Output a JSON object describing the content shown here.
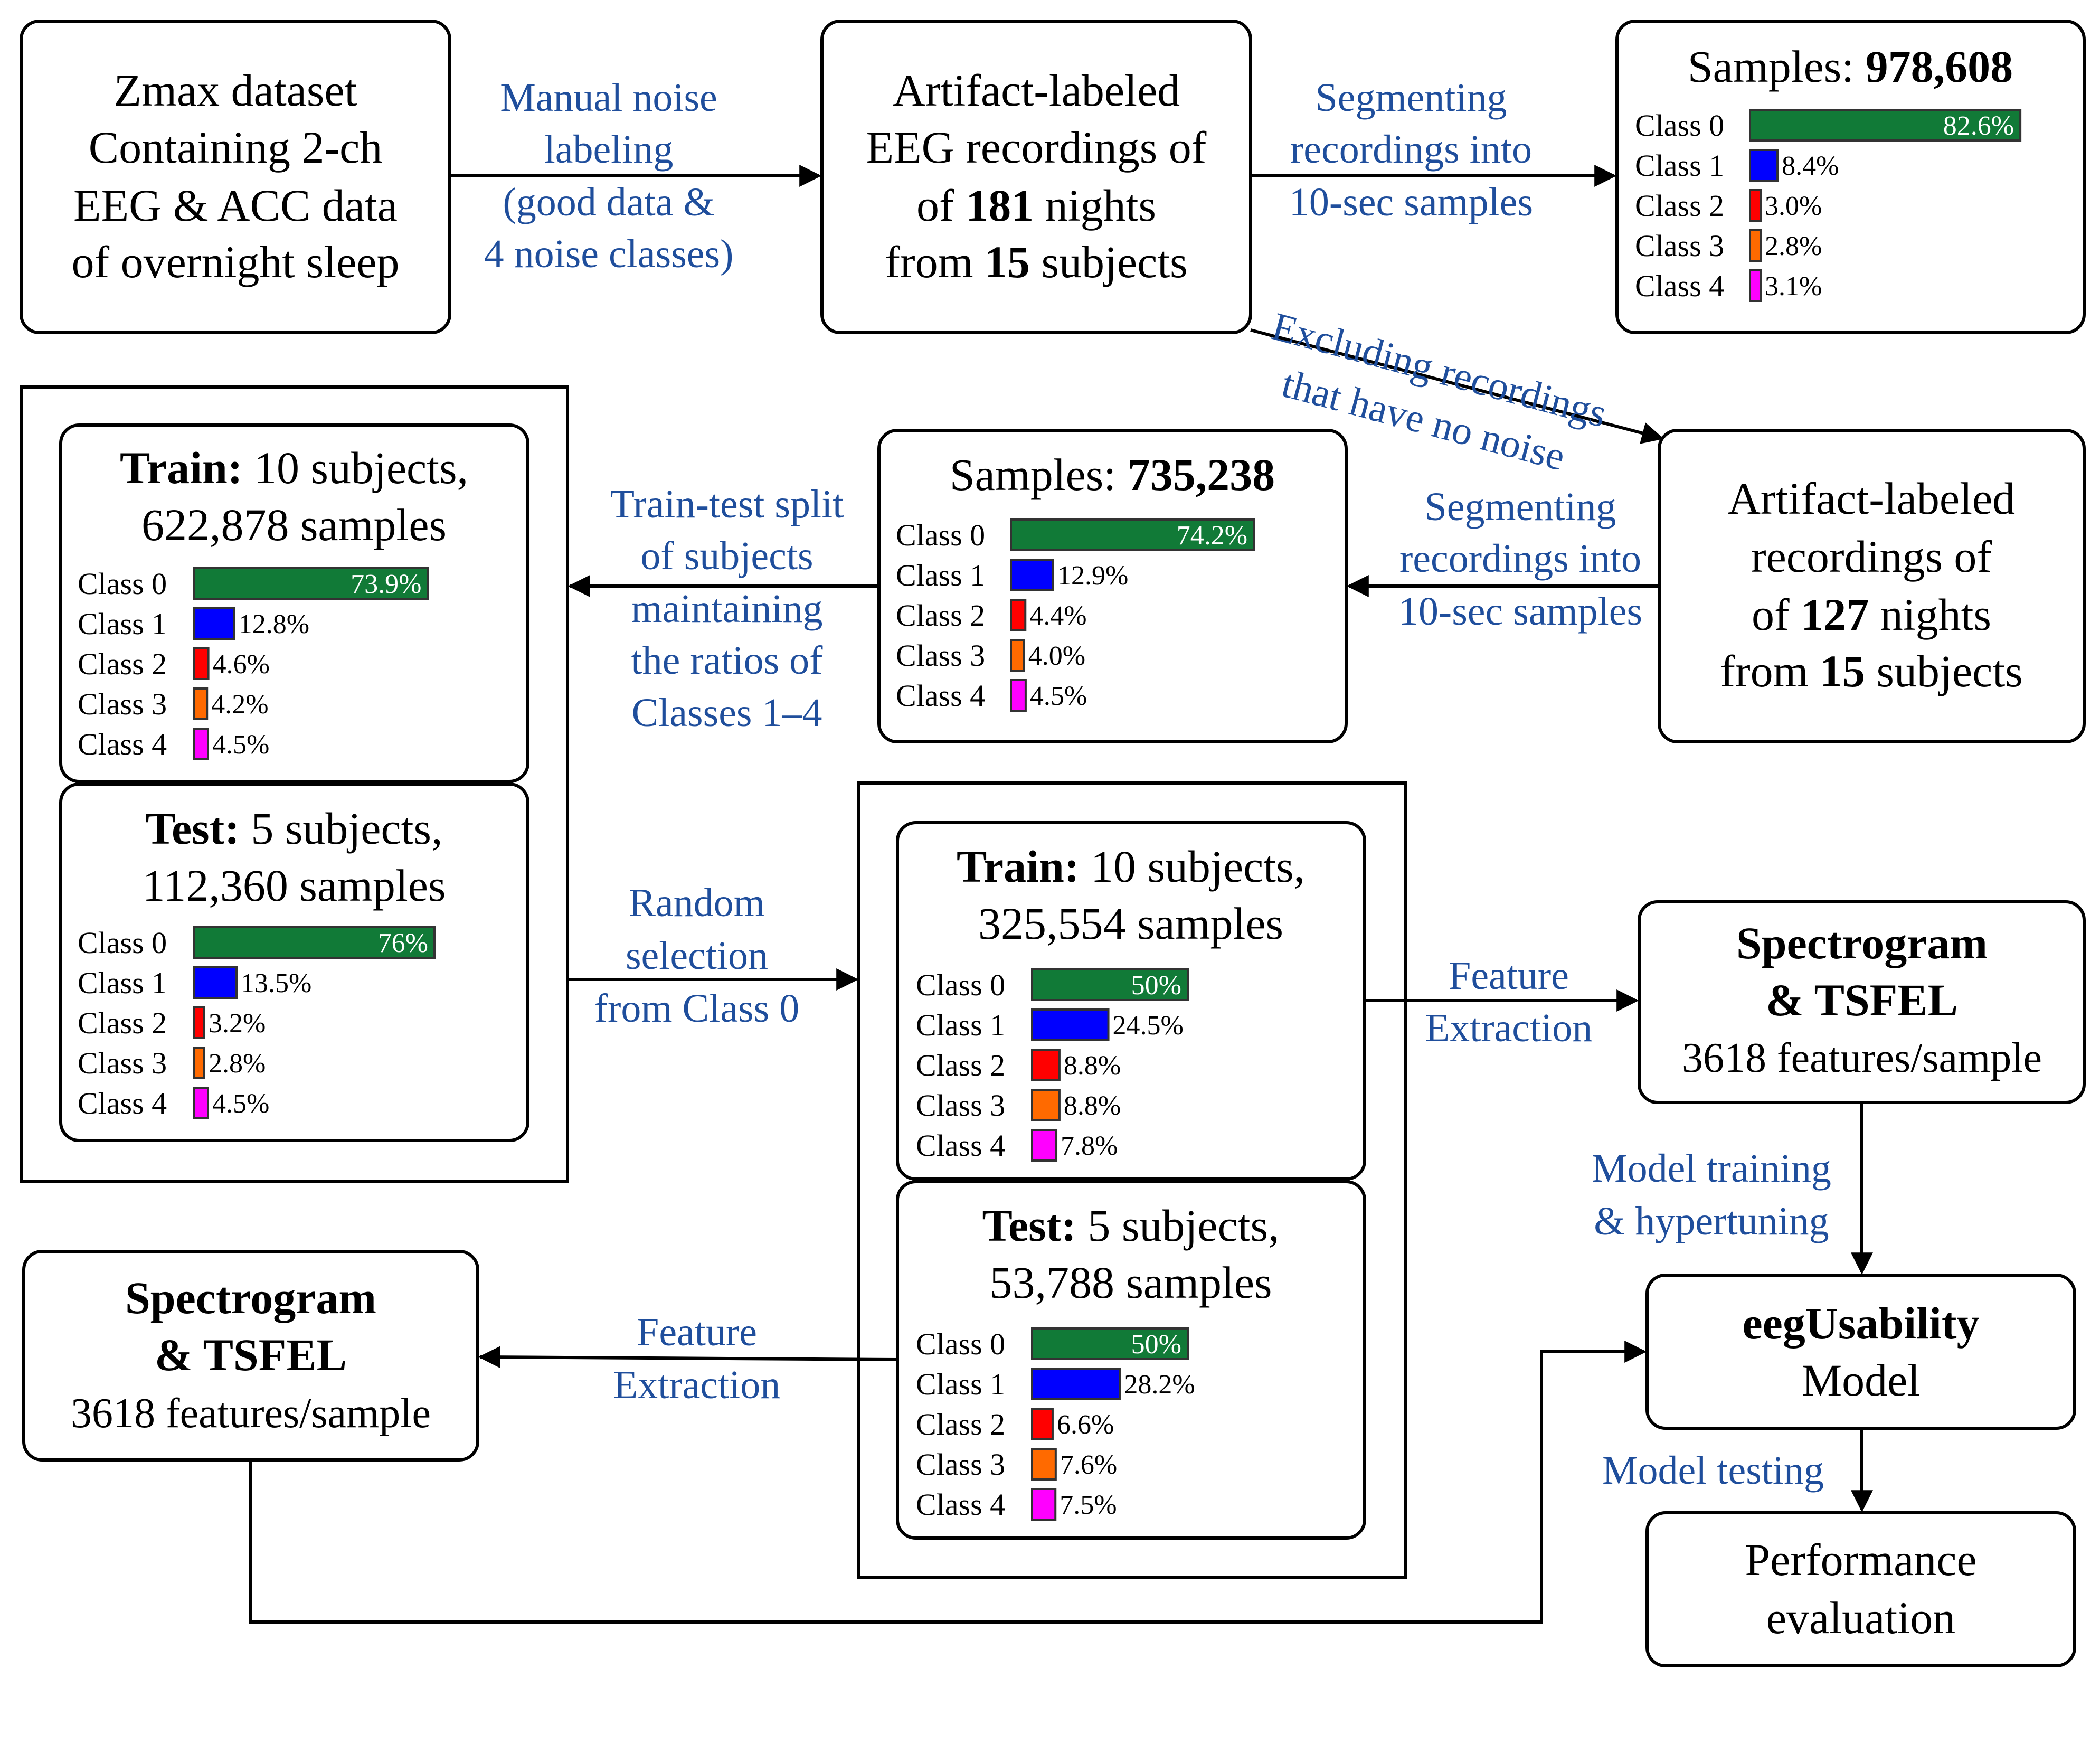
{
  "colors": {
    "class_0": "#117a37",
    "class_1": "#0000ff",
    "class_2": "#ff0000",
    "class_3": "#ff6a00",
    "class_4": "#ff00ff",
    "edge_text": "#1f4e9c"
  },
  "nodes": {
    "zmax": {
      "lines": [
        "Zmax dataset",
        "Containing 2-ch",
        "EEG & ACC data",
        "of overnight sleep"
      ]
    },
    "eeg181": {
      "line1": "Artifact-labeled",
      "line2": "EEG recordings of",
      "line3_pre": "of ",
      "line3_bold": "181",
      "line3_post": " nights",
      "line4_pre": "from ",
      "line4_bold": "15",
      "line4_post": " subjects"
    },
    "rec127": {
      "line1": "Artifact-labeled",
      "line2": "recordings of",
      "line3_pre": "of ",
      "line3_bold": "127",
      "line3_post": " nights",
      "line4_pre": "from ",
      "line4_bold": "15",
      "line4_post": " subjects"
    },
    "feat_right": {
      "title1": "Spectrogram",
      "title2": "& TSFEL",
      "sub": "3618 features/sample"
    },
    "feat_left": {
      "title1": "Spectrogram",
      "title2": "& TSFEL",
      "sub": "3618 features/sample"
    },
    "model": {
      "title": "eegUsability",
      "sub": "Model"
    },
    "perf": {
      "line1": "Performance",
      "line2": "evaluation"
    }
  },
  "edges": {
    "manual_noise": [
      "Manual noise",
      "labeling",
      "(good data &",
      "4 noise classes)"
    ],
    "segment_top": [
      "Segmenting",
      "recordings into",
      "10-sec samples"
    ],
    "excluding": [
      "Excluding recordings",
      "that have no noise"
    ],
    "segment_mid": [
      "Segmenting",
      "recordings into",
      "10-sec samples"
    ],
    "split": [
      "Train-test split",
      "of subjects",
      "maintaining",
      "the ratios of",
      "Classes 1–4"
    ],
    "random": [
      "Random",
      "selection",
      "from Class 0"
    ],
    "feature_right": [
      "Feature",
      "Extraction"
    ],
    "feature_left": [
      "Feature",
      "Extraction"
    ],
    "training": [
      "Model training",
      "& hypertuning"
    ],
    "testing": [
      "Model testing"
    ]
  },
  "class_names": [
    "Class 0",
    "Class 1",
    "Class 2",
    "Class 3",
    "Class 4"
  ],
  "chart_data": [
    {
      "type": "bar",
      "title_bold": "",
      "title_pre": "Samples: ",
      "title_num": "978,608",
      "categories": [
        "Class 0",
        "Class 1",
        "Class 2",
        "Class 3",
        "Class 4"
      ],
      "values": [
        82.6,
        8.4,
        3.0,
        2.8,
        3.1
      ],
      "labels": [
        "82.6%",
        "8.4%",
        "3.0%",
        "2.8%",
        "3.1%"
      ],
      "unit": "%"
    },
    {
      "type": "bar",
      "title_bold": "",
      "title_pre": "Samples: ",
      "title_num": "735,238",
      "categories": [
        "Class 0",
        "Class 1",
        "Class 2",
        "Class 3",
        "Class 4"
      ],
      "values": [
        74.2,
        12.9,
        4.4,
        4.0,
        4.5
      ],
      "labels": [
        "74.2%",
        "12.9%",
        "4.4%",
        "4.0%",
        "4.5%"
      ],
      "unit": "%"
    },
    {
      "type": "bar",
      "title_bold": "Train:",
      "title_rest": " 10 subjects,",
      "subtitle": "622,878 samples",
      "categories": [
        "Class 0",
        "Class 1",
        "Class 2",
        "Class 3",
        "Class 4"
      ],
      "values": [
        73.9,
        12.8,
        4.6,
        4.2,
        4.5
      ],
      "labels": [
        "73.9%",
        "12.8%",
        "4.6%",
        "4.2%",
        "4.5%"
      ],
      "unit": "%"
    },
    {
      "type": "bar",
      "title_bold": "Test:",
      "title_rest": " 5 subjects,",
      "subtitle": "112,360 samples",
      "categories": [
        "Class 0",
        "Class 1",
        "Class 2",
        "Class 3",
        "Class 4"
      ],
      "values": [
        76,
        13.5,
        3.2,
        2.8,
        4.5
      ],
      "labels": [
        "76%",
        "13.5%",
        "3.2%",
        "2.8%",
        "4.5%"
      ],
      "unit": "%"
    },
    {
      "type": "bar",
      "title_bold": "Train:",
      "title_rest": " 10 subjects,",
      "subtitle": "325,554 samples",
      "categories": [
        "Class 0",
        "Class 1",
        "Class 2",
        "Class 3",
        "Class 4"
      ],
      "values": [
        50,
        24.5,
        8.8,
        8.8,
        7.8
      ],
      "labels": [
        "50%",
        "24.5%",
        "8.8%",
        "8.8%",
        "7.8%"
      ],
      "unit": "%"
    },
    {
      "type": "bar",
      "title_bold": "Test:",
      "title_rest": " 5 subjects,",
      "subtitle": "53,788 samples",
      "categories": [
        "Class 0",
        "Class 1",
        "Class 2",
        "Class 3",
        "Class 4"
      ],
      "values": [
        50,
        28.2,
        6.6,
        7.6,
        7.5
      ],
      "labels": [
        "50%",
        "28.2%",
        "6.6%",
        "7.6%",
        "7.5%"
      ],
      "unit": "%"
    }
  ]
}
